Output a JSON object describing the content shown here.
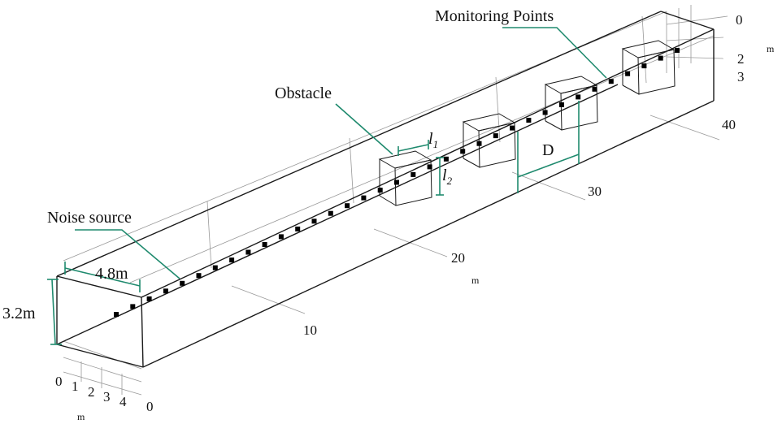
{
  "labels": {
    "monitoring": "Monitoring Points",
    "obstacle": "Obstacle",
    "noise_source": "Noise source",
    "width_dim": "4.8m",
    "height_dim": "3.2m",
    "spacing": "D",
    "l1_base": "l",
    "l1_sub": "1",
    "l2_base": "l",
    "l2_sub": "2"
  },
  "axes": {
    "length_ticks": [
      "10",
      "20",
      "30",
      "40"
    ],
    "length_unit": "m",
    "width_ticks": [
      "0",
      "1",
      "2",
      "3",
      "4"
    ],
    "width_unit": "m",
    "corner_zero": "0",
    "height_ticks": [
      "0",
      "2",
      "3"
    ],
    "height_unit": "m"
  },
  "colors": {
    "box": "#1a1a1a",
    "grid": "#9a9a9a",
    "leader": "#1f8a6e",
    "point": "#000000"
  }
}
